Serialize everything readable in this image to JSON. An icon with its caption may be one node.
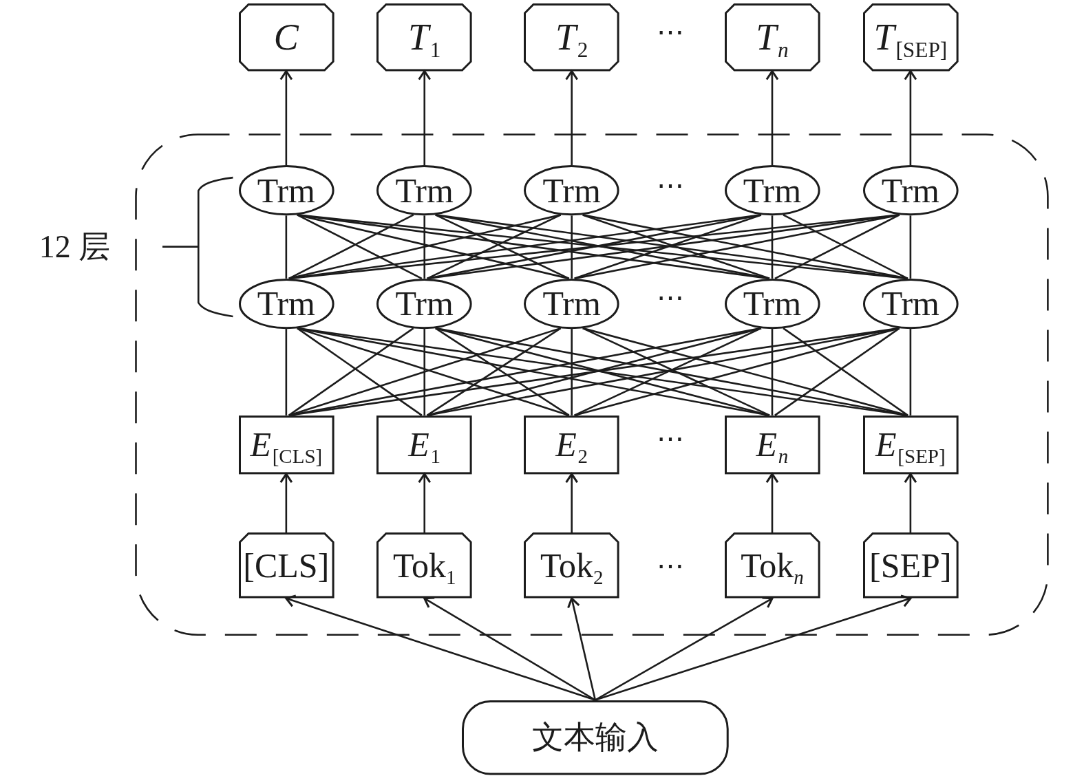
{
  "diagram": {
    "nodes": [
      {
        "text": [
          "C"
        ]
      },
      {
        "text": [
          "T$_{1}$"
        ]
      },
      {
        "text": [
          "T$_{2}$"
        ]
      },
      {
        "text": [
          "T$_{n}$"
        ]
      },
      {
        "text": [
          "T$_{[SEP]}$"
        ]
      },
      {
        "text": [],
        "shape": "box"
      },
      {
        "text": [
          "Trm"
        ],
        "in": 5
      },
      {
        "text": [
          "Trm"
        ],
        "in": 5
      },
      {
        "text": [
          "Trm"
        ],
        "in": 5
      },
      {
        "text": [
          "Trm"
        ],
        "in": 5
      },
      {
        "text": [
          "Trm"
        ],
        "in": 5
      },
      {
        "text": [
          "Trm"
        ],
        "in": 5
      },
      {
        "text": [
          "Trm"
        ],
        "in": 5
      },
      {
        "text": [
          "Trm"
        ],
        "in": 5
      },
      {
        "text": [
          "Trm"
        ],
        "in": 5
      },
      {
        "text": [
          "Trm"
        ],
        "in": 5
      },
      {
        "text": [
          "E$_{[CLS]}$"
        ],
        "in": 5
      },
      {
        "text": [
          "E$_{1}$"
        ],
        "in": 5
      },
      {
        "text": [
          "E$_{2}$"
        ],
        "in": 5
      },
      {
        "text": [
          "E$_{n}$"
        ],
        "in": 5
      },
      {
        "text": [
          "E$_{[SEP]}$"
        ],
        "in": 5
      },
      {
        "text": [
          "[CLS]"
        ],
        "in": 5
      },
      {
        "text": [
          "Tok$_{1}$"
        ],
        "in": 5
      },
      {
        "text": [
          "Tok$_{2}$"
        ],
        "in": 5
      },
      {
        "text": [
          "Tok$_{n}$"
        ],
        "in": 5
      },
      {
        "text": [
          "[SEP]"
        ],
        "in": 5
      },
      {
        "text": [
          "文本输入"
        ]
      }
    ],
    "edges": [
      {
        "from": 26,
        "to": 21,
        "arrow": "to"
      },
      {
        "from": 26,
        "to": 22,
        "arrow": "to"
      },
      {
        "from": 26,
        "to": 23,
        "arrow": "to"
      },
      {
        "from": 26,
        "to": 24,
        "arrow": "to"
      },
      {
        "from": 26,
        "to": 25,
        "arrow": "to"
      },
      {
        "from": 21,
        "to": 16,
        "arrow": "to"
      },
      {
        "from": 22,
        "to": 17,
        "arrow": "to"
      },
      {
        "from": 23,
        "to": 18,
        "arrow": "to"
      },
      {
        "from": 24,
        "to": 19,
        "arrow": "to"
      },
      {
        "from": 25,
        "to": 20,
        "arrow": "to"
      },
      {
        "from": 16,
        "to": 11,
        "arrow": "none"
      },
      {
        "from": 16,
        "to": 12,
        "arrow": "none"
      },
      {
        "from": 16,
        "to": 13,
        "arrow": "none"
      },
      {
        "from": 16,
        "to": 14,
        "arrow": "none"
      },
      {
        "from": 16,
        "to": 15,
        "arrow": "none"
      },
      {
        "from": 17,
        "to": 11,
        "arrow": "none"
      },
      {
        "from": 17,
        "to": 12,
        "arrow": "none"
      },
      {
        "from": 17,
        "to": 13,
        "arrow": "none"
      },
      {
        "from": 17,
        "to": 14,
        "arrow": "none"
      },
      {
        "from": 17,
        "to": 15,
        "arrow": "none"
      },
      {
        "from": 18,
        "to": 11,
        "arrow": "none"
      },
      {
        "from": 18,
        "to": 12,
        "arrow": "none"
      },
      {
        "from": 18,
        "to": 13,
        "arrow": "none"
      },
      {
        "from": 18,
        "to": 14,
        "arrow": "none"
      },
      {
        "from": 18,
        "to": 15,
        "arrow": "none"
      },
      {
        "from": 19,
        "to": 11,
        "arrow": "none"
      },
      {
        "from": 19,
        "to": 12,
        "arrow": "none"
      },
      {
        "from": 19,
        "to": 13,
        "arrow": "none"
      },
      {
        "from": 19,
        "to": 14,
        "arrow": "none"
      },
      {
        "from": 19,
        "to": 15,
        "arrow": "none"
      },
      {
        "from": 20,
        "to": 11,
        "arrow": "none"
      },
      {
        "from": 20,
        "to": 12,
        "arrow": "none"
      },
      {
        "from": 20,
        "to": 13,
        "arrow": "none"
      },
      {
        "from": 20,
        "to": 14,
        "arrow": "none"
      },
      {
        "from": 20,
        "to": 15,
        "arrow": "none"
      },
      {
        "from": 11,
        "to": 6,
        "arrow": "none"
      },
      {
        "from": 11,
        "to": 7,
        "arrow": "none"
      },
      {
        "from": 11,
        "to": 8,
        "arrow": "none"
      },
      {
        "from": 11,
        "to": 9,
        "arrow": "none"
      },
      {
        "from": 11,
        "to": 10,
        "arrow": "none"
      },
      {
        "from": 12,
        "to": 6,
        "arrow": "none"
      },
      {
        "from": 12,
        "to": 7,
        "arrow": "none"
      },
      {
        "from": 12,
        "to": 8,
        "arrow": "none"
      },
      {
        "from": 12,
        "to": 9,
        "arrow": "none"
      },
      {
        "from": 12,
        "to": 10,
        "arrow": "none"
      },
      {
        "from": 13,
        "to": 6,
        "arrow": "none"
      },
      {
        "from": 13,
        "to": 7,
        "arrow": "none"
      },
      {
        "from": 13,
        "to": 8,
        "arrow": "none"
      },
      {
        "from": 13,
        "to": 9,
        "arrow": "none"
      },
      {
        "from": 13,
        "to": 10,
        "arrow": "none"
      },
      {
        "from": 14,
        "to": 6,
        "arrow": "none"
      },
      {
        "from": 14,
        "to": 7,
        "arrow": "none"
      },
      {
        "from": 14,
        "to": 8,
        "arrow": "none"
      },
      {
        "from": 14,
        "to": 9,
        "arrow": "none"
      },
      {
        "from": 14,
        "to": 10,
        "arrow": "none"
      },
      {
        "from": 15,
        "to": 6,
        "arrow": "none"
      },
      {
        "from": 15,
        "to": 7,
        "arrow": "none"
      },
      {
        "from": 15,
        "to": 8,
        "arrow": "none"
      },
      {
        "from": 15,
        "to": 9,
        "arrow": "none"
      },
      {
        "from": 15,
        "to": 10,
        "arrow": "none"
      },
      {
        "from": 6,
        "to": 0,
        "arrow": "to"
      },
      {
        "from": 7,
        "to": 1,
        "arrow": "to"
      },
      {
        "from": 8,
        "to": 2,
        "arrow": "to"
      },
      {
        "from": 9,
        "to": 3,
        "arrow": "to"
      },
      {
        "from": 10,
        "to": 4,
        "arrow": "to"
      }
    ],
    "labels": [
      "⋯",
      "⋯",
      "12 层",
      "⋯",
      "⋯",
      "⋯"
    ]
  }
}
